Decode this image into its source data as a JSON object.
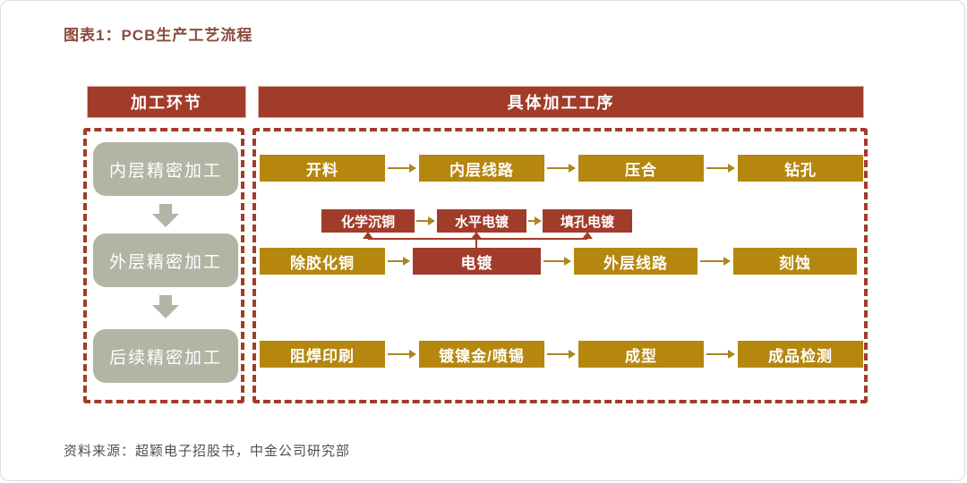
{
  "figure": {
    "title": "图表1：PCB生产工艺流程",
    "source": "资料来源：超颖电子招股书，中金公司研究部"
  },
  "headers": {
    "stage_column": "加工环节",
    "process_column": "具体加工工序"
  },
  "stage_column": {
    "stages": [
      "内层精密加工",
      "外层精密加工",
      "后续精密加工"
    ]
  },
  "process_flow": {
    "inner_layer_row": [
      "开料",
      "内层线路",
      "压合",
      "钻孔"
    ],
    "plating_sub_row": [
      "化学沉铜",
      "水平电镀",
      "填孔电镀"
    ],
    "outer_layer_row": [
      "除胶化铜",
      "电镀",
      "外层线路",
      "刻蚀"
    ],
    "finishing_row": [
      "阻焊印刷",
      "镀镍金/喷锡",
      "成型",
      "成品检测"
    ]
  },
  "colors": {
    "brick_red": "#A23C2A",
    "gold": "#B6870F",
    "sage_gray": "#B2B4A4",
    "arrow_gold": "#AD8420",
    "title_text": "#8A4B3D",
    "source_text": "#4F4F4F"
  }
}
